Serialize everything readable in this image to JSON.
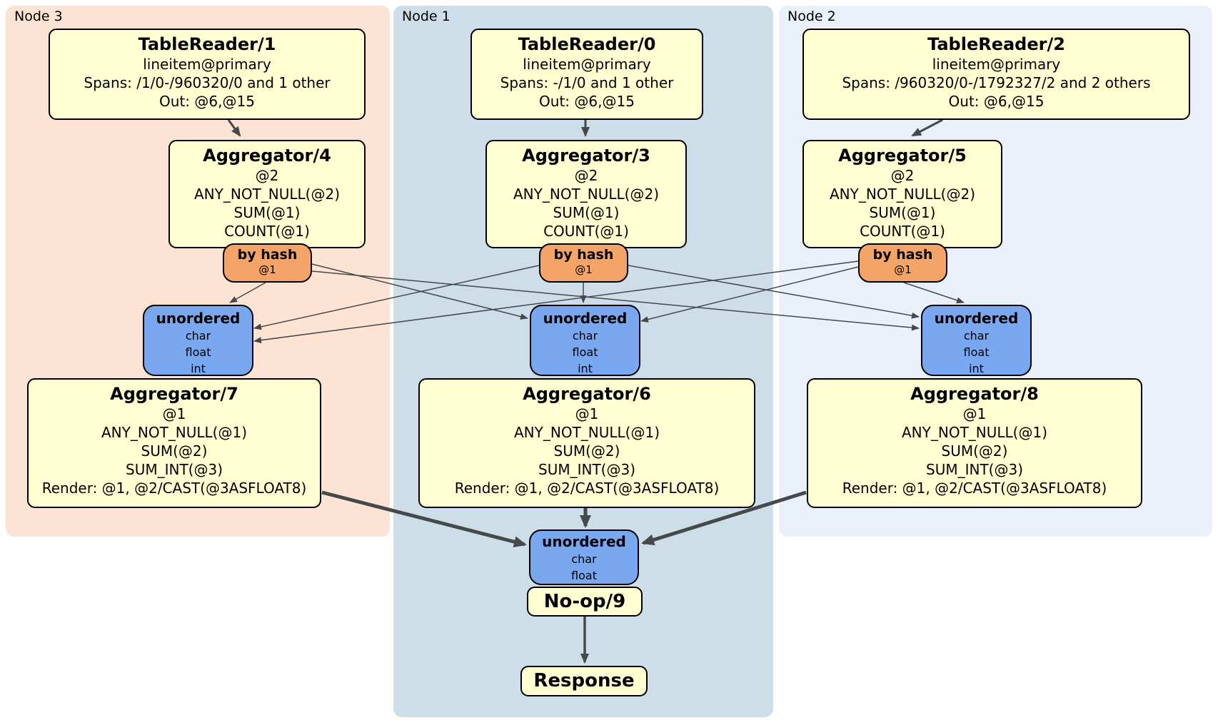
{
  "panels": [
    {
      "label": "Node 3",
      "boxes": {
        "table_reader": {
          "title": "TableReader/1",
          "lines": [
            "lineitem@primary",
            "Spans: /1/0-/960320/0 and 1 other",
            "Out: @6,@15"
          ]
        },
        "aggregator_top": {
          "title": "Aggregator/4",
          "lines": [
            "@2",
            "ANY_NOT_NULL(@2)",
            "SUM(@1)",
            "COUNT(@1)"
          ]
        },
        "router": {
          "title": "by hash",
          "lines": [
            "@1"
          ]
        },
        "sync": {
          "title": "unordered",
          "lines": [
            "char",
            "float",
            "int"
          ]
        },
        "aggregator_bottom": {
          "title": "Aggregator/7",
          "lines": [
            "@1",
            "ANY_NOT_NULL(@1)",
            "SUM(@2)",
            "SUM_INT(@3)",
            "Render: @1, @2/CAST(@3ASFLOAT8)"
          ]
        }
      }
    },
    {
      "label": "Node 1",
      "boxes": {
        "table_reader": {
          "title": "TableReader/0",
          "lines": [
            "lineitem@primary",
            "Spans: -/1/0 and 1 other",
            "Out: @6,@15"
          ]
        },
        "aggregator_top": {
          "title": "Aggregator/3",
          "lines": [
            "@2",
            "ANY_NOT_NULL(@2)",
            "SUM(@1)",
            "COUNT(@1)"
          ]
        },
        "router": {
          "title": "by hash",
          "lines": [
            "@1"
          ]
        },
        "sync": {
          "title": "unordered",
          "lines": [
            "char",
            "float",
            "int"
          ]
        },
        "aggregator_bottom": {
          "title": "Aggregator/6",
          "lines": [
            "@1",
            "ANY_NOT_NULL(@1)",
            "SUM(@2)",
            "SUM_INT(@3)",
            "Render: @1, @2/CAST(@3ASFLOAT8)"
          ]
        }
      }
    },
    {
      "label": "Node 2",
      "boxes": {
        "table_reader": {
          "title": "TableReader/2",
          "lines": [
            "lineitem@primary",
            "Spans: /960320/0-/1792327/2 and 2 others",
            "Out: @6,@15"
          ]
        },
        "aggregator_top": {
          "title": "Aggregator/5",
          "lines": [
            "@2",
            "ANY_NOT_NULL(@2)",
            "SUM(@1)",
            "COUNT(@1)"
          ]
        },
        "router": {
          "title": "by hash",
          "lines": [
            "@1"
          ]
        },
        "sync": {
          "title": "unordered",
          "lines": [
            "char",
            "float",
            "int"
          ]
        },
        "aggregator_bottom": {
          "title": "Aggregator/8",
          "lines": [
            "@1",
            "ANY_NOT_NULL(@1)",
            "SUM(@2)",
            "SUM_INT(@3)",
            "Render: @1, @2/CAST(@3ASFLOAT8)"
          ]
        }
      }
    }
  ],
  "final_stage": {
    "sync": {
      "title": "unordered",
      "lines": [
        "char",
        "float"
      ]
    },
    "noop": {
      "title": "No-op/9"
    },
    "response": {
      "title": "Response"
    }
  },
  "colors": {
    "panel_node3": "#fce3d3",
    "panel_node1": "#cedee9",
    "panel_node2": "#eaf0fa",
    "box_yellow": "#ffffd2",
    "router_orange": "#f5a467",
    "sync_blue": "#79a7f0",
    "edge_color": "#45494b"
  }
}
